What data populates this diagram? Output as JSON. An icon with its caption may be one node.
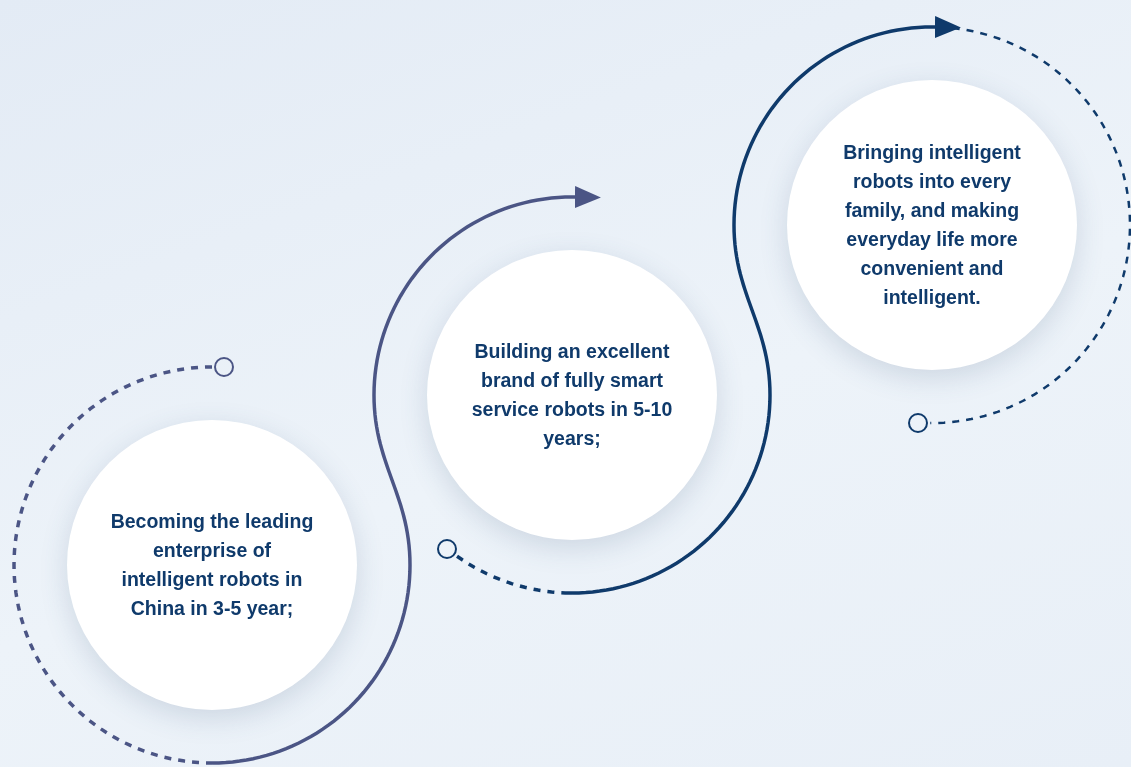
{
  "diagram": {
    "nodes": [
      {
        "text": [
          "Becoming the leading enterprise of intelligent robots in China in 3-5 year;"
        ]
      },
      {
        "text": [
          "Building an excellent brand of fully smart service robots in 5-10 years;"
        ]
      },
      {
        "text": [
          "Bringing intelligent robots into every family, and making everyday life more convenient and intelligent."
        ]
      },
      {
        "text": [],
        "shape": "circle"
      },
      {
        "text": [],
        "shape": "circle"
      },
      {
        "text": [],
        "shape": "circle"
      }
    ],
    "edges": [
      {
        "from": 3,
        "to": null,
        "arrow": "to",
        "color": "#4b5585"
      },
      {
        "from": 4,
        "to": null,
        "arrow": "to"
      },
      {
        "from": null,
        "to": 5,
        "arrow": "none",
        "style": "dashed"
      }
    ]
  }
}
